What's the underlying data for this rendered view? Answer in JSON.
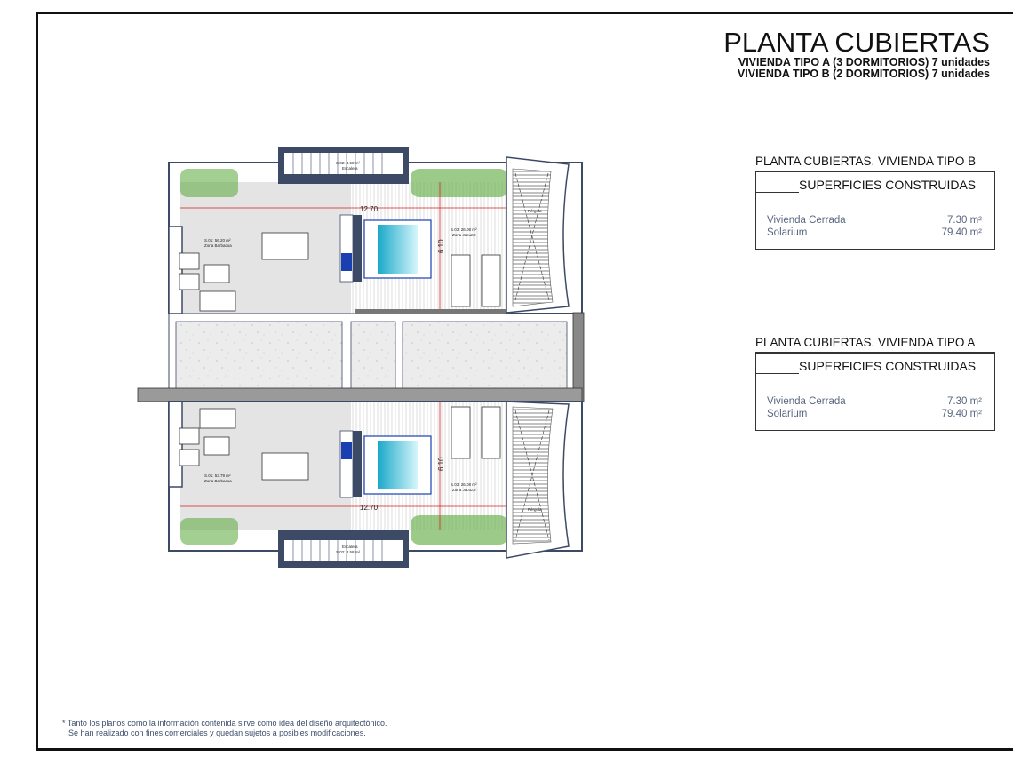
{
  "title": {
    "main": "PLANTA CUBIERTAS",
    "line1": "VIVIENDA TIPO A (3 DORMITORIOS) 7 unidades",
    "line2": "VIVIENDA TIPO B (2 DORMITORIOS) 7 unidades"
  },
  "panels": [
    {
      "heading": "PLANTA CUBIERTAS. VIVIENDA TIPO B",
      "box_title": "SUPERFICIES CONSTRUIDAS",
      "rows": [
        {
          "label": "Vivienda Cerrada",
          "value": "7.30 m²"
        },
        {
          "label": "Solarium",
          "value": "79.40 m²"
        }
      ]
    },
    {
      "heading": "PLANTA CUBIERTAS. VIVIENDA TIPO A",
      "box_title": "SUPERFICIES CONSTRUIDAS",
      "rows": [
        {
          "label": "Vivienda Cerrada",
          "value": "7.30 m²"
        },
        {
          "label": "Solarium",
          "value": "79.40 m²"
        }
      ]
    }
  ],
  "plan": {
    "top": {
      "barbacoa_area": "S.01: 56.20 m²",
      "barbacoa_name": "Zona Barbacoa",
      "stair_area": "S.02: 3.58 m²",
      "stair_name": "Escalera",
      "jacuzzi_area": "S.03: 26.08 m²",
      "jacuzzi_name": "Zona Jacuzzi",
      "pergola": "Pérgola",
      "dim_h": "12.70",
      "dim_v": "6.10"
    },
    "bottom": {
      "barbacoa_area": "S.01: 53.79 m²",
      "barbacoa_name": "Zona Barbacoa",
      "stair_area": "S.02: 3.58 m²",
      "stair_name": "Escalera",
      "jacuzzi_area": "S.03: 26.08 m²",
      "jacuzzi_name": "Zona Jacuzzi",
      "pergola": "Pérgola",
      "dim_h": "12.70",
      "dim_v": "6.10"
    },
    "colors": {
      "wall": "#3d4a66",
      "floor": "#e4e4e4",
      "jacuzzi": "#3fc4dc",
      "dimension": "#d42020",
      "plants": "#5aa83a"
    }
  },
  "note": {
    "line1": "* Tanto los planos como la información contenida sirve como idea del diseño arquitectónico.",
    "line2": "Se han realizado con fines comerciales y quedan sujetos a posibles modificaciones."
  }
}
